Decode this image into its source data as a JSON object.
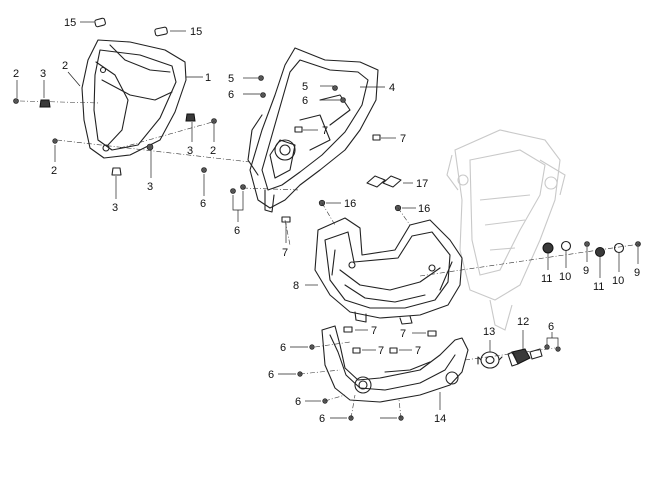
{
  "callouts": [
    {
      "id": "c15a",
      "text": "15"
    },
    {
      "id": "c15b",
      "text": "15"
    },
    {
      "id": "c1",
      "text": "1"
    },
    {
      "id": "c2a",
      "text": "2"
    },
    {
      "id": "c2b",
      "text": "2"
    },
    {
      "id": "c2c",
      "text": "2"
    },
    {
      "id": "c2d",
      "text": "2"
    },
    {
      "id": "c3a",
      "text": "3"
    },
    {
      "id": "c3b",
      "text": "3"
    },
    {
      "id": "c3c",
      "text": "3"
    },
    {
      "id": "c3d",
      "text": "3"
    },
    {
      "id": "c4",
      "text": "4"
    },
    {
      "id": "c5a",
      "text": "5"
    },
    {
      "id": "c5b",
      "text": "5"
    },
    {
      "id": "c6a",
      "text": "6"
    },
    {
      "id": "c6b",
      "text": "6"
    },
    {
      "id": "c6c",
      "text": "6"
    },
    {
      "id": "c6d",
      "text": "6"
    },
    {
      "id": "c6e",
      "text": "6"
    },
    {
      "id": "c6f",
      "text": "6"
    },
    {
      "id": "c6g",
      "text": "6"
    },
    {
      "id": "c6h",
      "text": "6"
    },
    {
      "id": "c6i",
      "text": "6"
    },
    {
      "id": "c7a",
      "text": "7"
    },
    {
      "id": "c7b",
      "text": "7"
    },
    {
      "id": "c7c",
      "text": "7"
    },
    {
      "id": "c7d",
      "text": "7"
    },
    {
      "id": "c7e",
      "text": "7"
    },
    {
      "id": "c7f",
      "text": "7"
    },
    {
      "id": "c7g",
      "text": "7"
    },
    {
      "id": "c8",
      "text": "8"
    },
    {
      "id": "c9a",
      "text": "9"
    },
    {
      "id": "c9b",
      "text": "9"
    },
    {
      "id": "c10a",
      "text": "10"
    },
    {
      "id": "c10b",
      "text": "10"
    },
    {
      "id": "c11a",
      "text": "11"
    },
    {
      "id": "c11b",
      "text": "11"
    },
    {
      "id": "c12",
      "text": "12"
    },
    {
      "id": "c13",
      "text": "13"
    },
    {
      "id": "c14",
      "text": "14"
    },
    {
      "id": "c16a",
      "text": "16"
    },
    {
      "id": "c16b",
      "text": "16"
    },
    {
      "id": "c17",
      "text": "17"
    }
  ]
}
